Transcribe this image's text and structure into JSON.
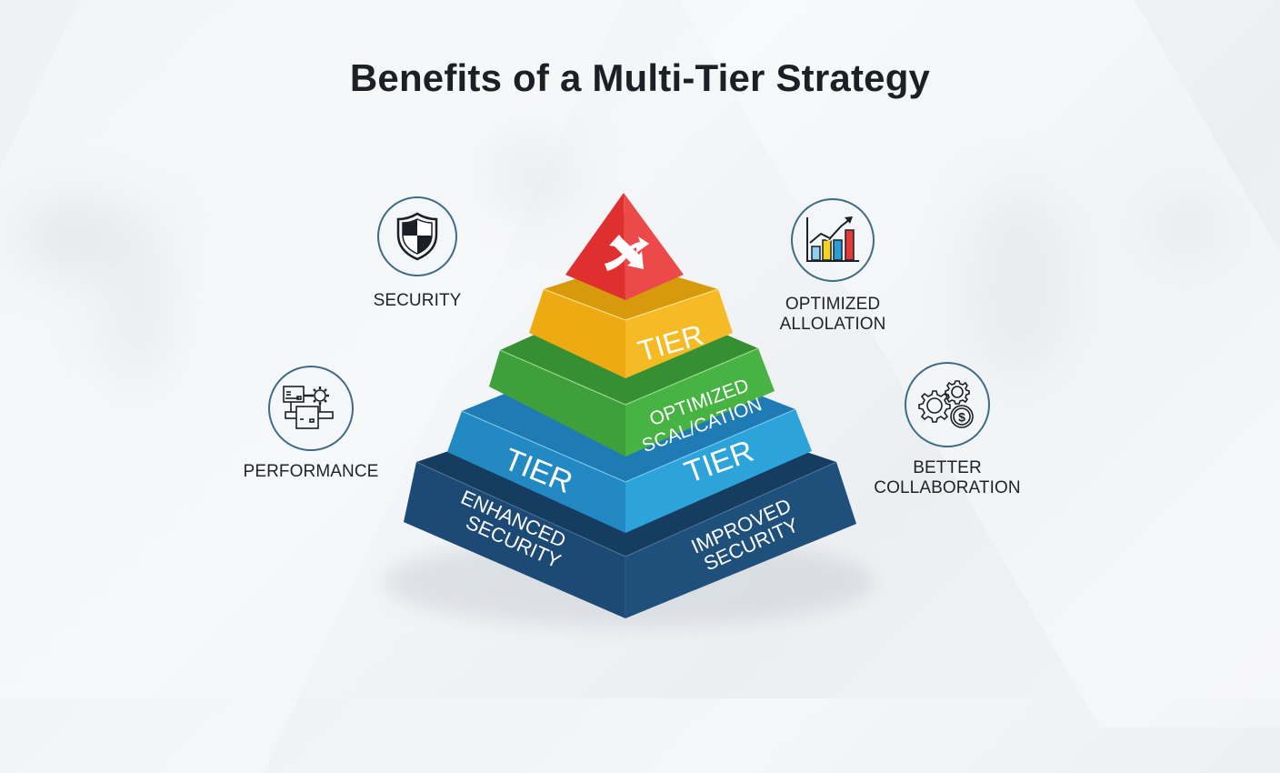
{
  "title": "Benefits of a Multi-Tier Strategy",
  "colors": {
    "tier_top": "#e53935",
    "tier_2": "#f4b41a",
    "tier_3": "#43a83f",
    "tier_4": "#2a9fd6",
    "tier_base": "#1f4c75",
    "icon_ring": "#3d6b85",
    "title_text": "#1b2026"
  },
  "pyramid": {
    "apex": {
      "icon": "crossing-arrows-icon"
    },
    "tier_2": {
      "right_label": "TIER"
    },
    "tier_3": {
      "right_label_line1": "OPTIMIZED",
      "right_label_line2": "SCAL/CATION"
    },
    "tier_4": {
      "left_label": "TIER",
      "right_label": "TIER"
    },
    "tier_base": {
      "left_label_line1": "ENHANCED",
      "left_label_line2": "SECURITY",
      "right_label_line1": "IMPROVED",
      "right_label_line2": "SECURITY"
    }
  },
  "features": [
    {
      "id": "security",
      "icon": "shield-icon",
      "label_lines": [
        "SECURITY"
      ]
    },
    {
      "id": "performance",
      "icon": "monitor-gear-icon",
      "label_lines": [
        "PERFORMANCE"
      ]
    },
    {
      "id": "optimized-allocation",
      "icon": "bar-chart-growth-icon",
      "label_lines": [
        "OPTIMIZED",
        "ALLOLATION"
      ]
    },
    {
      "id": "better-collaboration",
      "icon": "gears-dollar-icon",
      "label_lines": [
        "BETTER",
        "COLLABORATION"
      ]
    }
  ]
}
